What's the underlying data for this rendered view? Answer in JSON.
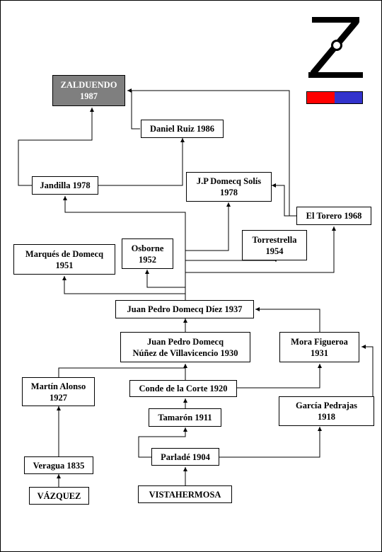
{
  "colors": {
    "line": "#000000",
    "box_fill": "#ffffff",
    "highlight_fill": "#7f7f7f",
    "highlight_text": "#ffffff",
    "flag_red": "#ff0000",
    "flag_blue": "#3333cc"
  },
  "logo": {
    "icon": "z-brand-icon",
    "letter": "Z"
  },
  "nodes": {
    "zalduendo": [
      "ZALDUENDO",
      "1987"
    ],
    "daniel_ruiz": [
      "Daniel Ruiz 1986"
    ],
    "jandilla": [
      "Jandilla 1978"
    ],
    "jp_domecq_solis": [
      "J.P Domecq Solís",
      "1978"
    ],
    "el_torero": [
      "El Torero 1968"
    ],
    "marques_domecq": [
      "Marqués de Domecq",
      "1951"
    ],
    "osborne": [
      "Osborne",
      "1952"
    ],
    "torrestrella": [
      "Torrestrella",
      "1954"
    ],
    "jp_domecq_diez": [
      "Juan Pedro Domecq Díez 1937"
    ],
    "jp_domecq_nunez": [
      "Juan Pedro Domecq",
      "Núñez de Villavicencio 1930"
    ],
    "mora_figueroa": [
      "Mora Figueroa",
      "1931"
    ],
    "martin_alonso": [
      "Martín Alonso",
      "1927"
    ],
    "conde_corte": [
      "Conde de la Corte 1920"
    ],
    "garcia_pedrajas": [
      "García Pedrajas",
      "1918"
    ],
    "tamaron": [
      "Tamarón 1911"
    ],
    "parlade": [
      "Parladé 1904"
    ],
    "veragua": [
      "Veragua 1835"
    ],
    "vazquez": [
      "VÁZQUEZ"
    ],
    "vistahermosa": [
      "VISTAHERMOSA"
    ]
  }
}
